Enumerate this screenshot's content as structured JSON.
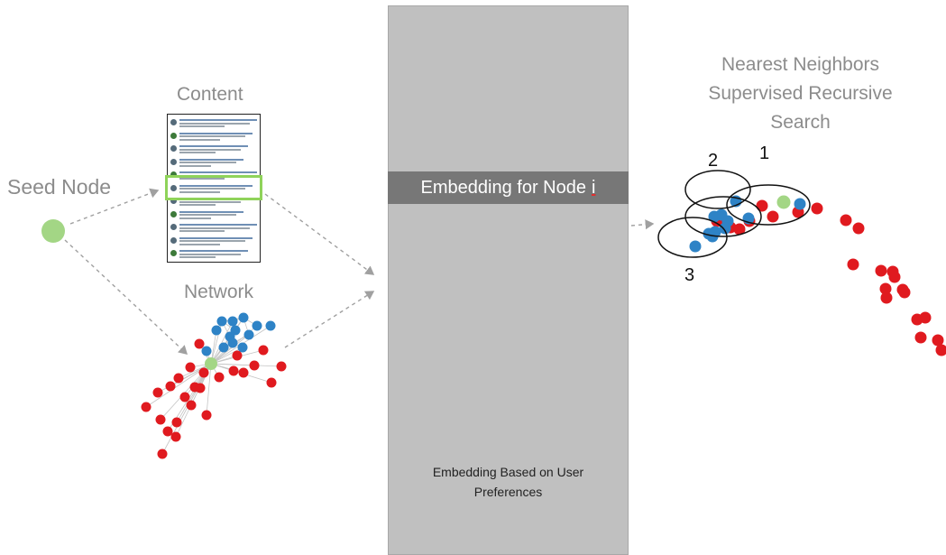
{
  "labels": {
    "seed_node": "Seed Node",
    "content": "Content",
    "network": "Network",
    "nn_line1": "Nearest Neighbors",
    "nn_line2": "Supervised Recursive",
    "nn_line3": "Search"
  },
  "panel": {
    "title_text": "Embedding for Node",
    "title_index": "i",
    "footer_line1": "Embedding Based on User",
    "footer_line2": "Preferences"
  },
  "clusters": {
    "one": "1",
    "two": "2",
    "three": "3"
  },
  "colors": {
    "seed": "#a3d685",
    "blue_node": "#2e83c6",
    "red_node": "#e01a1f",
    "panel": "#c0c0c0",
    "panel_bar": "#777777",
    "arrow": "#a0a0a0",
    "highlight": "#8fd35a"
  }
}
